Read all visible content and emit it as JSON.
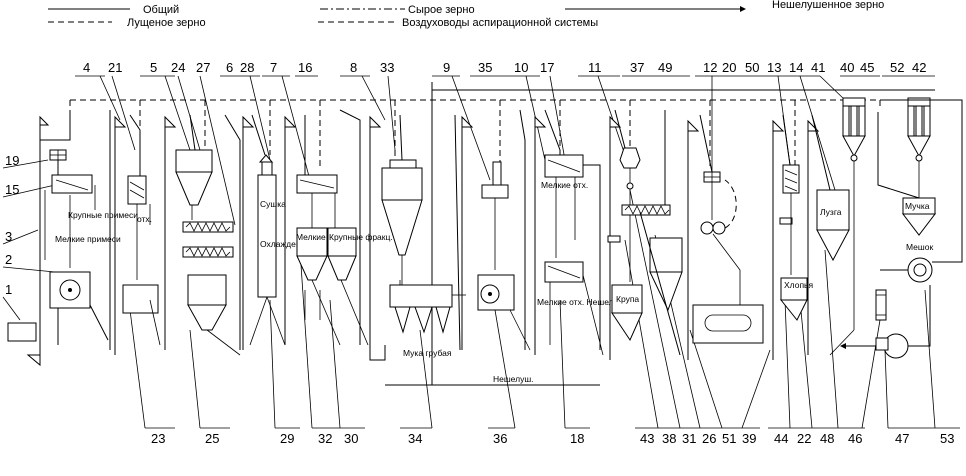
{
  "legend": {
    "general": "Общий",
    "raw_grain": "Сырое зерно",
    "unhulled_grain": "Нешелушенное зерно",
    "hulled_grain": "Лущеное зерно",
    "aspiration_ducts": "Воздуховоды аспирационной системы"
  },
  "top_numbers": [
    "4",
    "21",
    "5",
    "24",
    "27",
    "6",
    "28",
    "7",
    "16",
    "8",
    "33",
    "9",
    "35",
    "10",
    "17",
    "11",
    "37",
    "49",
    "12",
    "20",
    "50",
    "13",
    "14",
    "41",
    "40",
    "45",
    "52",
    "42"
  ],
  "left_numbers": [
    "19",
    "15",
    "3",
    "2",
    "1"
  ],
  "bottom_numbers": [
    "23",
    "25",
    "29",
    "32",
    "30",
    "34",
    "36",
    "18",
    "43",
    "38",
    "31",
    "26",
    "51",
    "39",
    "44",
    "22",
    "48",
    "46",
    "47",
    "53"
  ],
  "labels": {
    "large_impurities": "Крупные примеси",
    "small_impurities": "Мелкие примеси",
    "otx": "отх.",
    "drying": "Сушка",
    "cooling": "Охлаждение",
    "small_fraction": "Мелкие фракц.",
    "large_fraction": "Крупные фракц.",
    "flour_coarse": "Мука грубая",
    "small_waste": "Мелкие отх.",
    "small_waste_unhulled": "Мелкие отх. Нешелуш.",
    "unhulled": "Нешелуш.",
    "groats": "Крупа",
    "husk": "Лузга",
    "flakes": "Хлопья",
    "flour": "Мучка",
    "bag": "Мешок"
  }
}
